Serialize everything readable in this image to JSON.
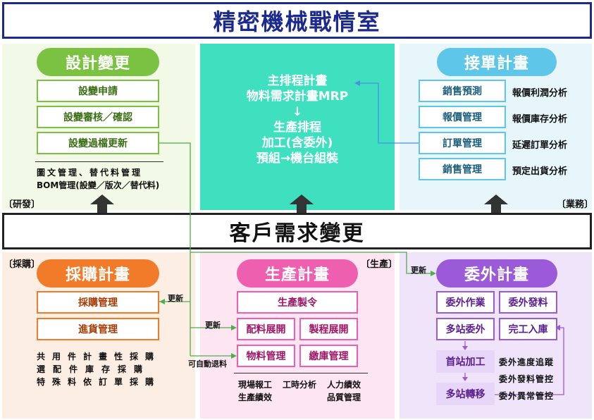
{
  "title": "精密機械戰情室",
  "banner": "客戶需求變更",
  "colors": {
    "title": "#1b2a8c",
    "design": "#7cc242",
    "production_plan": "#3ee0c0",
    "sales": "#5ec6e8",
    "purchase": "#f27b2a",
    "manufacture": "#ee5fb0",
    "outsource": "#9b5bd8"
  },
  "design": {
    "header": "設計變更",
    "tag": "〔研發〕",
    "items": [
      "設變申請",
      "設變審核／確認",
      "設變過檔更新"
    ],
    "note_lines": [
      "圖文管理、替代料管理",
      "BOM管理(設變／版次／替代料)"
    ]
  },
  "center": {
    "lines": [
      "主排程計畫",
      "物料需求計畫MRP",
      "↓",
      "生產排程",
      "加工(含委外)",
      "預組→機台組裝"
    ]
  },
  "sales": {
    "header": "接單計畫",
    "tag": "〔業務〕",
    "items": [
      "銷售預測",
      "報價管理",
      "訂單管理",
      "銷售管理"
    ],
    "analysis": [
      "報價利潤分析",
      "報價庫存分析",
      "延遲訂單分析",
      "預定出貨分析"
    ]
  },
  "purchase": {
    "header": "採購計畫",
    "tag": "〔採購〕",
    "items": [
      "採購管理",
      "進貨管理"
    ],
    "notes": [
      "共用件計畫性採購",
      "選配件庫存採購",
      "特殊料依訂單採購"
    ]
  },
  "manufacture": {
    "header": "生產計畫",
    "tag": "〔生產〕",
    "top": "生產製令",
    "grid": [
      "配料展開",
      "製程展開",
      "物料管理",
      "繳庫管理"
    ],
    "notes": [
      "現場報工",
      "工時分析",
      "人力績效",
      "生產績效",
      "品質管理"
    ]
  },
  "outsource": {
    "header": "委外計畫",
    "grid": [
      "委外作業",
      "委外發料",
      "多站委外",
      "完工入庫"
    ],
    "flow": [
      "首站加工",
      "多站轉移"
    ],
    "notes": [
      "委外進度追蹤",
      "委外發料管控",
      "委外異常管控"
    ]
  },
  "links": {
    "update": "更新",
    "auto_return": "可自動退料"
  }
}
